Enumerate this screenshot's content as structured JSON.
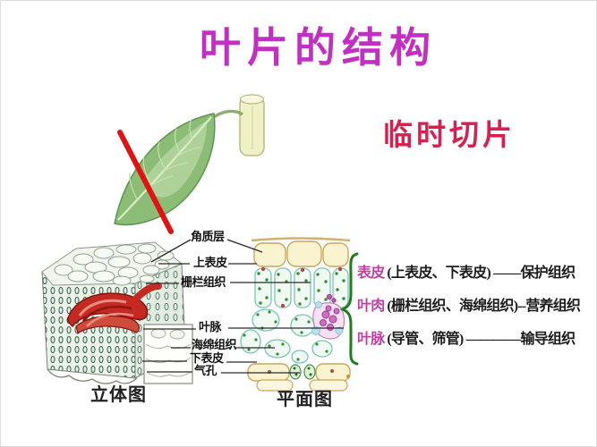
{
  "slide": {
    "title": "叶片的结构",
    "subtitle": "临时切片"
  },
  "part_labels": {
    "cuticle": "角质层",
    "upper_epidermis": "上表皮",
    "palisade_tissue": "栅栏组织",
    "vein": "叶脉",
    "spongy_tissue": "海绵组织",
    "lower_epidermis": "下表皮",
    "stoma": "气孔"
  },
  "captions": {
    "stereo_view": "立体图",
    "plane_view": "平面图"
  },
  "annotations": [
    {
      "keyword": "表皮",
      "detail": "(上表皮、下表皮) ——保护组织"
    },
    {
      "keyword": "叶肉",
      "detail": "(栅栏组织、海绵组织)--营养组织"
    },
    {
      "keyword": "叶脉",
      "detail": "(导管、筛管) ————输导组织"
    }
  ],
  "colors": {
    "title_magenta": "#c32fc3",
    "subtitle_crimson": "#d62150",
    "annotation_keyword_magenta": "#bf3fa3",
    "brace_green": "#1f7d1f",
    "cut_line_red": "#e11212",
    "leaf_green": "#8cbd77",
    "vein_red": "#c32b22"
  }
}
